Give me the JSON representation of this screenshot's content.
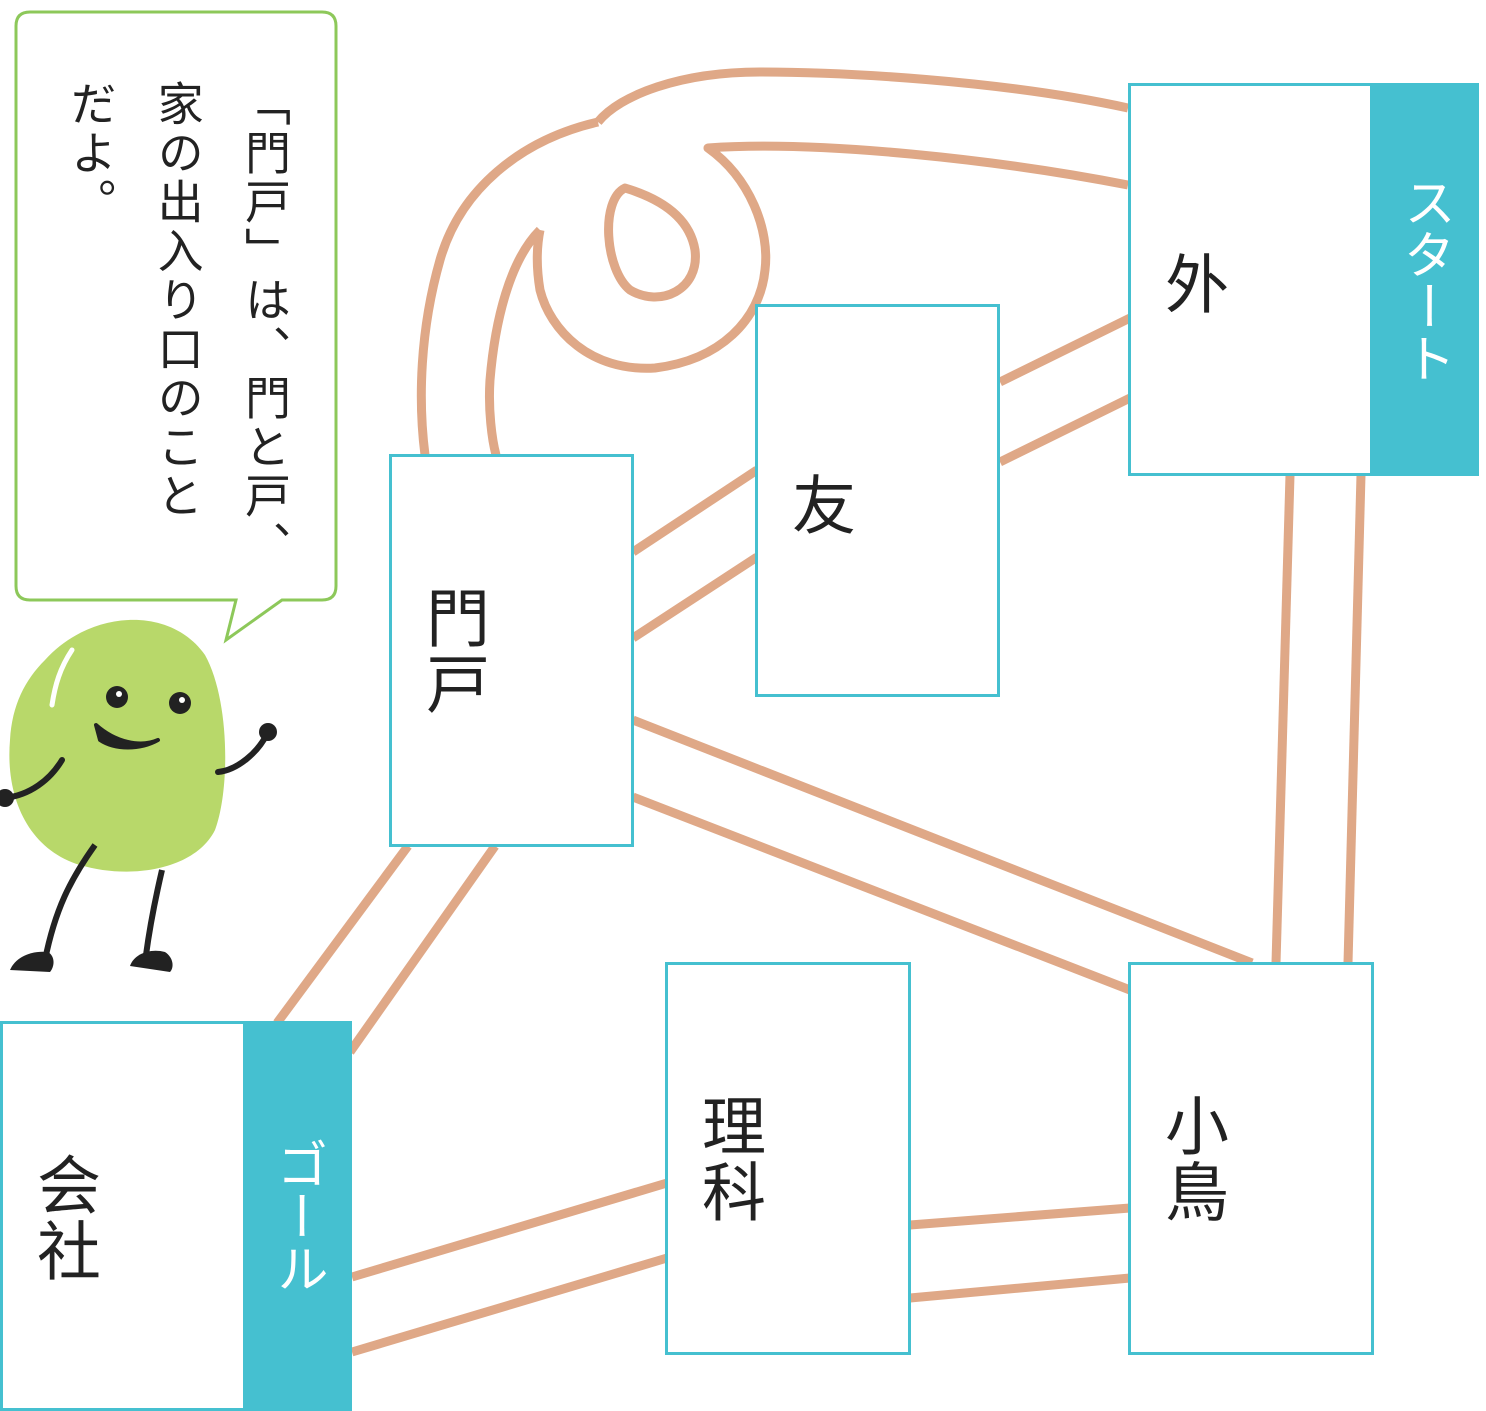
{
  "speech_bubble": {
    "lines": [
      "「門戸」は、門と戸、",
      "家の出入り口のこと",
      "だよ。"
    ]
  },
  "labels": {
    "start": "スタート",
    "goal": "ゴール"
  },
  "cards": [
    {
      "id": "soto",
      "word": "外"
    },
    {
      "id": "tomo",
      "word": "友"
    },
    {
      "id": "monko",
      "word": "門戸"
    },
    {
      "id": "rika",
      "word": "理科"
    },
    {
      "id": "kotori",
      "word": "小鳥"
    },
    {
      "id": "kaisha",
      "word": "会社"
    }
  ],
  "colors": {
    "card_border": "#45c0d0",
    "tag_fill": "#45c0d0",
    "path": "#dfa887",
    "reading_bracket": "#ee8070",
    "bubble_border": "#8dc85a",
    "character": "#b8d86a"
  },
  "character_icon": "green-bean-mascot"
}
